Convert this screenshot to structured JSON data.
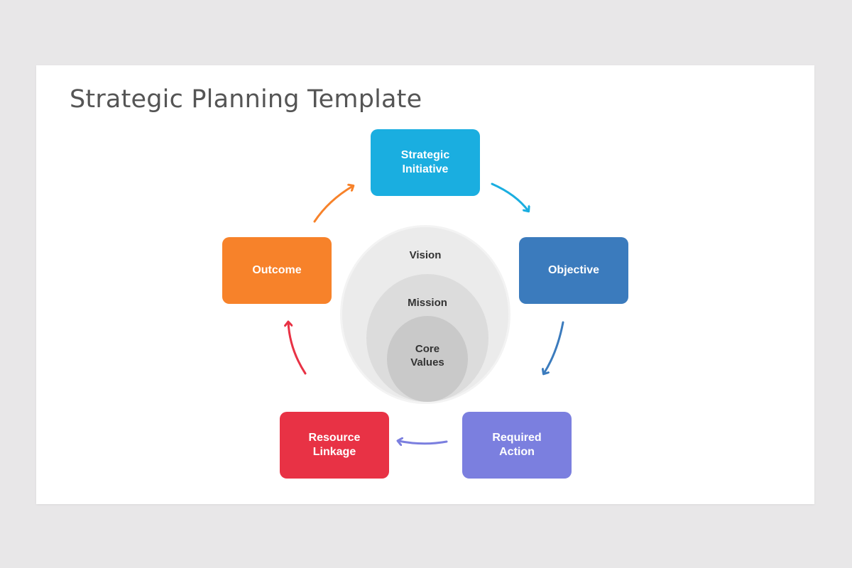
{
  "slide": {
    "title": "Strategic Planning Template"
  },
  "cycle": {
    "strategic_initiative": {
      "label": "Strategic Initiative",
      "color": "#1aaee0"
    },
    "objective": {
      "label": "Objective",
      "color": "#3b7bbd"
    },
    "required_action": {
      "label": "Required Action",
      "color": "#7b7fdf"
    },
    "resource_linkage": {
      "label": "Resource Linkage",
      "color": "#e83245"
    },
    "outcome": {
      "label": "Outcome",
      "color": "#f7822a"
    }
  },
  "core": {
    "vision": "Vision",
    "mission": "Mission",
    "core_values": "Core Values"
  }
}
